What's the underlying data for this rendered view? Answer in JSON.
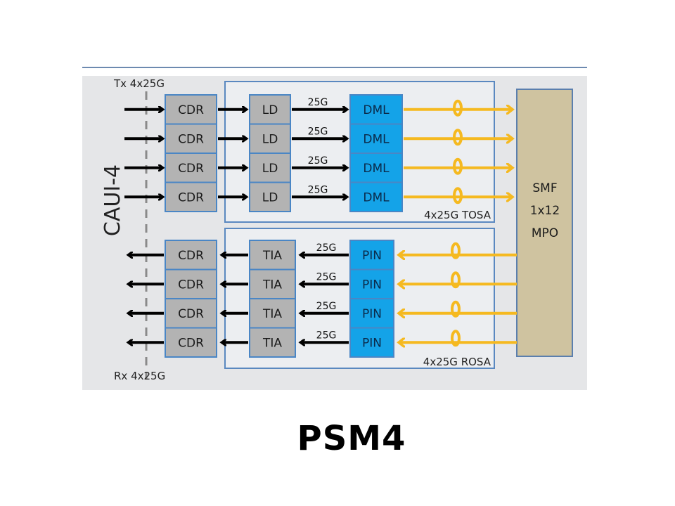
{
  "title": "PSM4",
  "diagram": {
    "interface_label": "CAUI-4",
    "tx_label": "Tx 4x25G",
    "rx_label": "Rx 4x25G",
    "tosa_label": "4x25G TOSA",
    "rosa_label": "4x25G ROSA",
    "lane_rate": "25G",
    "lanes": 4,
    "tx_chain": {
      "cdr": [
        "CDR",
        "CDR",
        "CDR",
        "CDR"
      ],
      "driver": [
        "LD",
        "LD",
        "LD",
        "LD"
      ],
      "laser": [
        "DML",
        "DML",
        "DML",
        "DML"
      ]
    },
    "rx_chain": {
      "cdr": [
        "CDR",
        "CDR",
        "CDR",
        "CDR"
      ],
      "amplifier": [
        "TIA",
        "TIA",
        "TIA",
        "TIA"
      ],
      "detector": [
        "PIN",
        "PIN",
        "PIN",
        "PIN"
      ]
    },
    "connector": {
      "lines": [
        "SMF",
        "1x12",
        "MPO"
      ]
    },
    "colors": {
      "rule": "#6d8ab0",
      "panel_bg": "#e5e6e8",
      "gray_block": "#b3b3b3",
      "block_border": "#4a86c5",
      "blue_block": "#14a3e8",
      "fiber": "#f5b920",
      "connector_fill": "#cfc3a0",
      "connector_border": "#5b7fae",
      "assembly_border": "#5a88c0",
      "assembly_bg": "#eceef1"
    }
  }
}
